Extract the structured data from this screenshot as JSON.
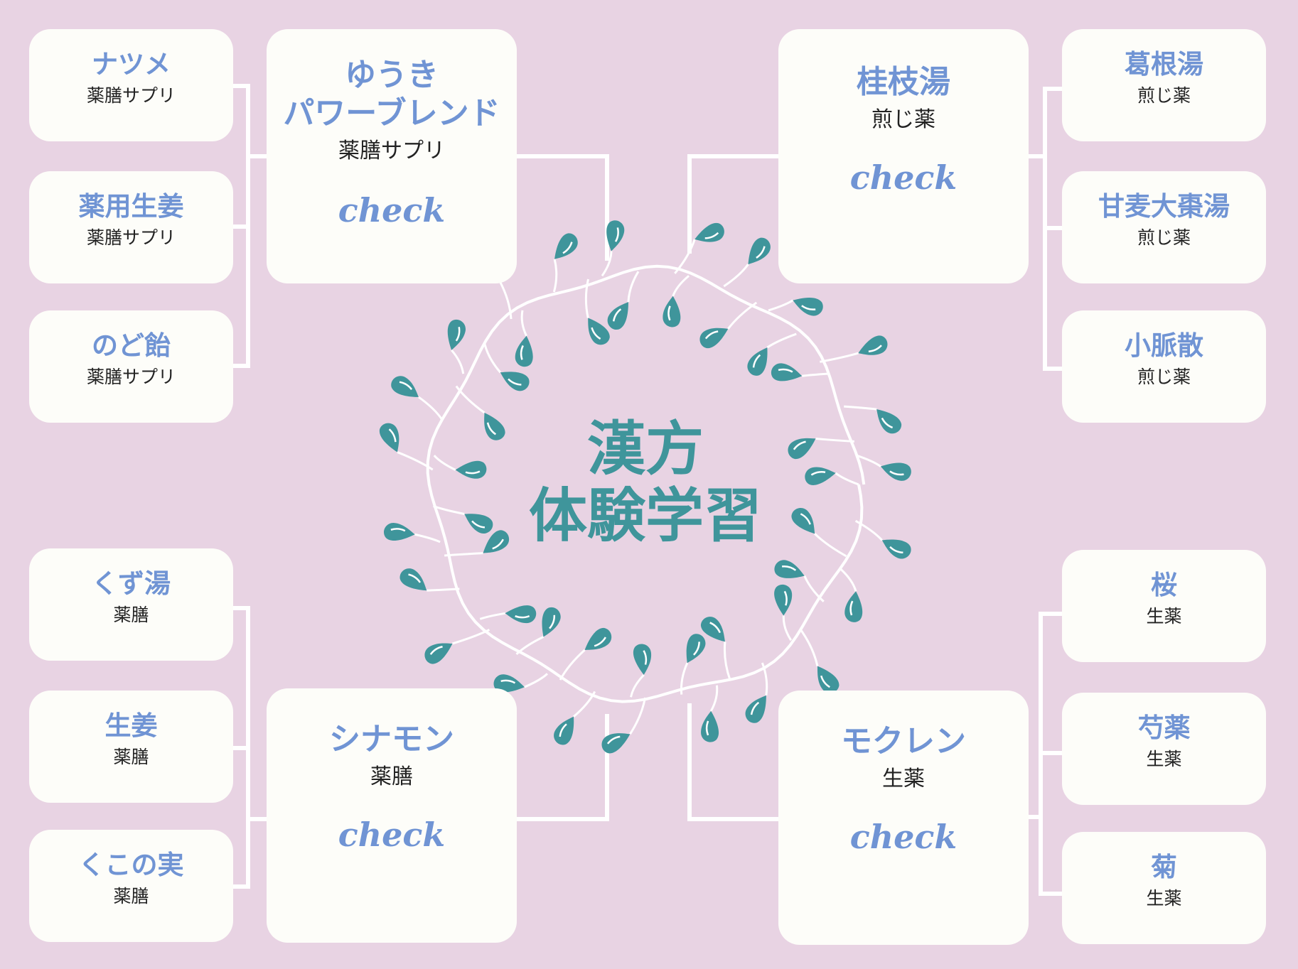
{
  "title": {
    "line1": "漢方",
    "line2": "体験学習"
  },
  "check_label": "check",
  "groups": {
    "top_left": {
      "main": {
        "name_line1": "ゆうき",
        "name_line2": "パワーブレンド",
        "category": "薬膳サプリ"
      },
      "items": [
        {
          "name": "ナツメ",
          "category": "薬膳サプリ"
        },
        {
          "name": "薬用生姜",
          "category": "薬膳サプリ"
        },
        {
          "name": "のど飴",
          "category": "薬膳サプリ"
        }
      ]
    },
    "top_right": {
      "main": {
        "name": "桂枝湯",
        "category": "煎じ薬"
      },
      "items": [
        {
          "name": "葛根湯",
          "category": "煎じ薬"
        },
        {
          "name": "甘麦大棗湯",
          "category": "煎じ薬"
        },
        {
          "name": "小脈散",
          "category": "煎じ薬"
        }
      ]
    },
    "bottom_left": {
      "main": {
        "name": "シナモン",
        "category": "薬膳"
      },
      "items": [
        {
          "name": "くず湯",
          "category": "薬膳"
        },
        {
          "name": "生姜",
          "category": "薬膳"
        },
        {
          "name": "くこの実",
          "category": "薬膳"
        }
      ]
    },
    "bottom_right": {
      "main": {
        "name": "モクレン",
        "category": "生薬"
      },
      "items": [
        {
          "name": "桜",
          "category": "生薬"
        },
        {
          "name": "芍薬",
          "category": "生薬"
        },
        {
          "name": "菊",
          "category": "生薬"
        }
      ]
    }
  },
  "colors": {
    "background": "#e8d3e3",
    "card": "#fdfdf9",
    "accent_blue": "#7094d4",
    "teal": "#3f959b",
    "text": "#222222"
  }
}
